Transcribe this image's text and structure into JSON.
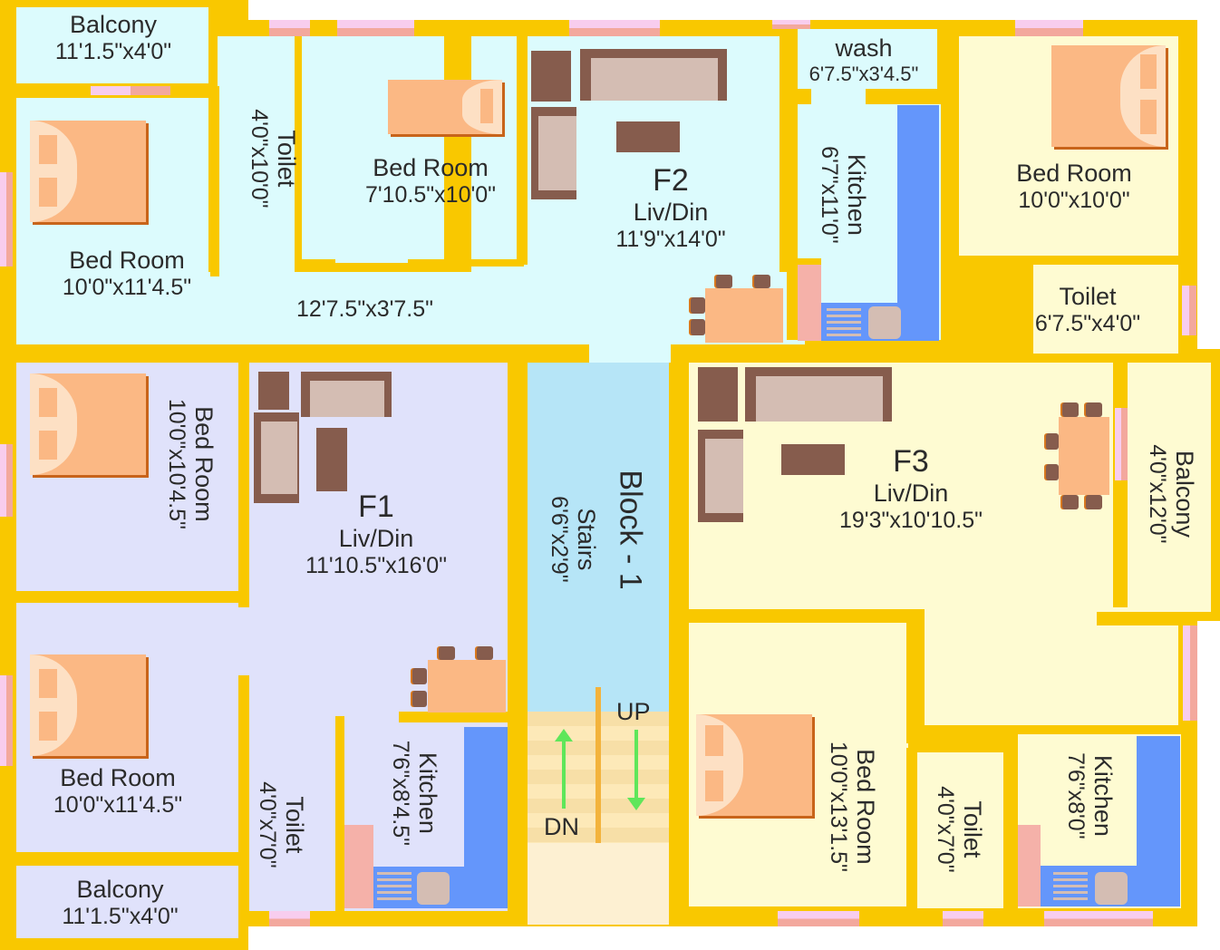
{
  "plan": {
    "block_label": "Block - 1",
    "stairs": {
      "name": "Stairs",
      "dims": "6'6\"x2'9\"",
      "up": "UP",
      "down": "DN"
    },
    "flats": {
      "F1": {
        "label": "F1",
        "living": {
          "name": "Liv/Din",
          "dims": "11'10.5\"x16'0\""
        },
        "bedroom_top": {
          "name": "Bed Room",
          "dims": "10'0\"x10'4.5\""
        },
        "bedroom_bottom": {
          "name": "Bed Room",
          "dims": "10'0\"x11'4.5\""
        },
        "balcony": {
          "name": "Balcony",
          "dims": "11'1.5\"x4'0\""
        },
        "toilet": {
          "name": "Toilet",
          "dims": "4'0\"x7'0\""
        },
        "kitchen": {
          "name": "Kitchen",
          "dims": "7'6\"x8'4.5\""
        }
      },
      "F2": {
        "label": "F2",
        "living": {
          "name": "Liv/Din",
          "dims": "11'9\"x14'0\""
        },
        "balcony": {
          "name": "Balcony",
          "dims": "11'1.5\"x4'0\""
        },
        "bedroom_left": {
          "name": "Bed Room",
          "dims": "10'0\"x11'4.5\""
        },
        "toilet": {
          "name": "Toilet",
          "dims": "4'0\"x10'0\""
        },
        "bedroom_mid": {
          "name": "Bed Room",
          "dims": "7'10.5\"x10'0\""
        },
        "passage": {
          "dims": "12'7.5\"x3'7.5\""
        },
        "wash": {
          "name": "wash",
          "dims": "6'7.5\"x3'4.5\""
        },
        "kitchen": {
          "name": "Kitchen",
          "dims": "6'7\"x11'0\""
        }
      },
      "F3": {
        "label": "F3",
        "living": {
          "name": "Liv/Din",
          "dims": "19'3\"x10'10.5\""
        },
        "bedroom_top": {
          "name": "Bed Room",
          "dims": "10'0\"x10'0\""
        },
        "toilet_top": {
          "name": "Toilet",
          "dims": "6'7.5\"x4'0\""
        },
        "balcony": {
          "name": "Balcony",
          "dims": "4'0\"x12'0\""
        },
        "bedroom_bottom": {
          "name": "Bed Room",
          "dims": "10'0\"x13'1.5\""
        },
        "toilet_bottom": {
          "name": "Toilet",
          "dims": "4'0\"x7'0\""
        },
        "kitchen": {
          "name": "Kitchen",
          "dims": "7'6\"x8'0\""
        }
      }
    },
    "colors": {
      "wall": "#f9c800",
      "flat_F1": "#e0e2fb",
      "flat_F2": "#dcfbfd",
      "flat_F3": "#fefbd2",
      "stairs": "#b6e5f7",
      "furniture": "#865c4d",
      "bed": "#fbb884",
      "kitchen_counter": "#6496fb",
      "arrow": "#5fe65a"
    }
  }
}
